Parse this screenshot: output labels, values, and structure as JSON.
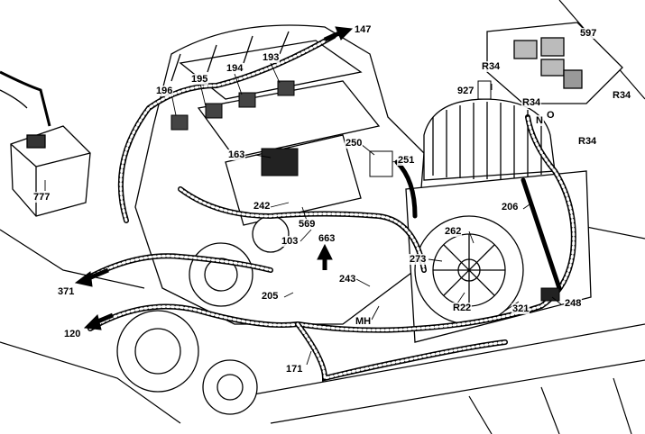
{
  "callouts": {
    "c147": "147",
    "c597": "597",
    "c193": "193",
    "c194": "194",
    "c195": "195",
    "c196": "196",
    "cR34a": "R34",
    "cR34b": "R34",
    "cR34c": "R34",
    "cR34d": "R34",
    "c927": "927",
    "cN": "N",
    "cO": "O",
    "c163": "163",
    "c250": "250",
    "c251": "251",
    "c777": "777",
    "c242": "242",
    "c569": "569",
    "c206": "206",
    "c103": "103",
    "c663": "663",
    "c262": "262",
    "c273": "273",
    "c243": "243",
    "c371": "371",
    "c205": "205",
    "cR22": "R22",
    "c321": "321",
    "c248": "248",
    "cMH": "MH",
    "c120": "120",
    "c171": "171"
  },
  "colors": {
    "ink": "#000000",
    "paper": "#ffffff"
  }
}
